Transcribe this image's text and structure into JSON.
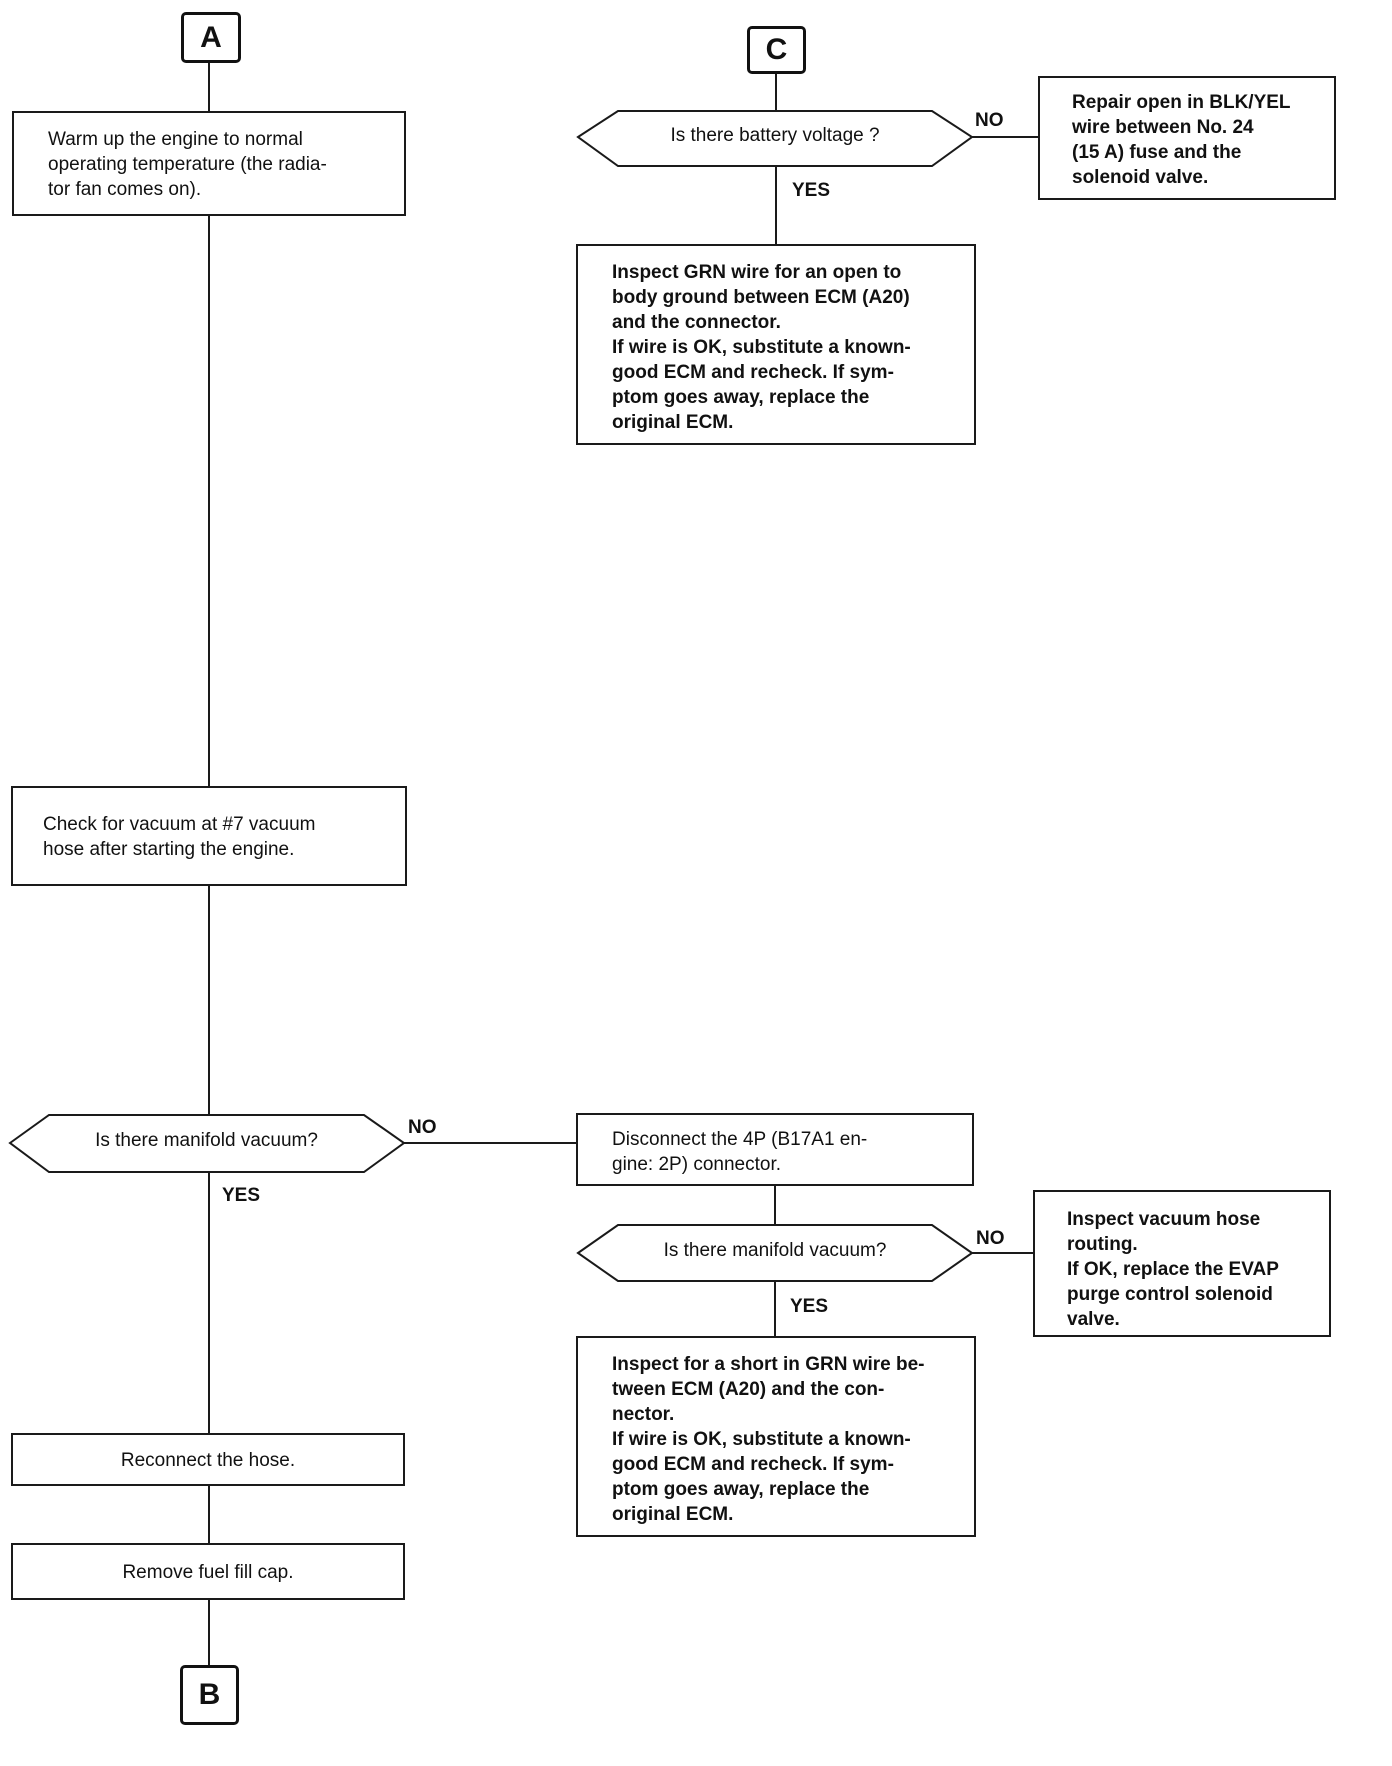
{
  "connectors": {
    "a": "A",
    "b": "B",
    "c": "C"
  },
  "left_column": {
    "warm_up": "Warm up the engine to normal\noperating temperature (the radia-\ntor fan comes on).",
    "check_vacuum": "Check for vacuum at #7  vacuum\nhose after starting the engine.",
    "decision_manifold": "Is there manifold vacuum?",
    "decision_manifold_no": "NO",
    "decision_manifold_yes": "YES",
    "reconnect": "Reconnect the hose.",
    "remove_cap": "Remove fuel fill cap."
  },
  "right_top": {
    "decision_battery": "Is there battery voltage ?",
    "decision_battery_no": "NO",
    "decision_battery_yes": "YES",
    "repair_open": "Repair open in BLK/YEL\nwire between No. 24\n(15 A) fuse and the\nsolenoid valve.",
    "inspect_grn_open": "Inspect GRN wire for an open to\nbody ground between ECM (A20)\nand the connector.\nIf wire is OK, substitute a known-\ngood ECM and recheck. If sym-\nptom goes away, replace the\noriginal ECM."
  },
  "right_bottom": {
    "disconnect": "Disconnect the 4P (B17A1 en-\ngine: 2P) connector.",
    "decision_manifold2": "Is there manifold vacuum?",
    "decision_manifold2_no": "NO",
    "decision_manifold2_yes": "YES",
    "inspect_hose": "Inspect vacuum hose\nrouting.\nIf OK, replace the EVAP\npurge control solenoid\nvalve.",
    "inspect_grn_short": "Inspect for a short in GRN wire be-\ntween ECM (A20) and the con-\nnector.\nIf wire is OK, substitute a known-\ngood ECM and recheck. If sym-\nptom goes away, replace the\noriginal ECM."
  }
}
